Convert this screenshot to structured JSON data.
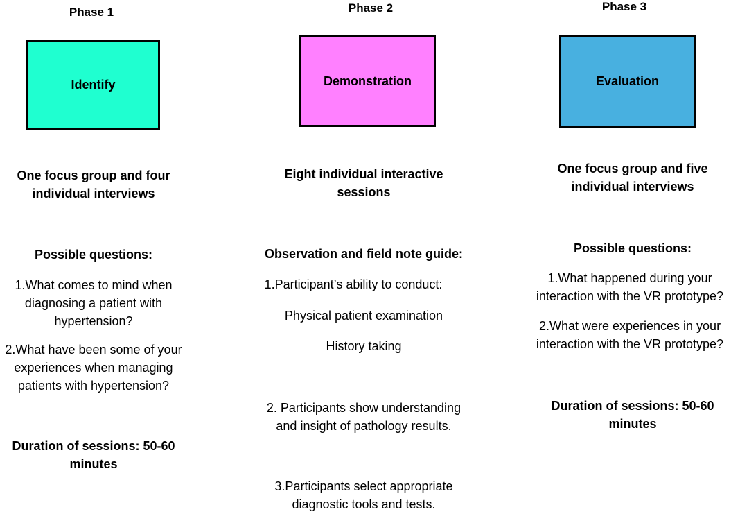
{
  "phases": [
    {
      "title": "Phase 1",
      "box_label": "Identify",
      "box_color": "#1fffd0",
      "description": [
        "One focus group and four",
        "individual interviews"
      ],
      "questions_heading": "Possible questions:",
      "questions": [
        [
          "1.What comes to mind when",
          "diagnosing a patient with",
          "hypertension?"
        ],
        [
          "2.What have been some of your",
          "experiences when managing",
          "patients with hypertension?"
        ]
      ],
      "duration": [
        "Duration of sessions: 50-60",
        "minutes"
      ]
    },
    {
      "title": "Phase 2",
      "box_label": "Demonstration",
      "box_color": "#ff80ff",
      "description": [
        "Eight individual interactive",
        "sessions"
      ],
      "guide_heading": "Observation and field note guide:",
      "guide_item_1": "1.Participant’s ability to conduct:",
      "guide_sub_1": "Physical patient examination",
      "guide_sub_2": "History taking",
      "guide_item_2": [
        "2. Participants show understanding",
        "and insight of pathology results."
      ],
      "guide_item_3": [
        "3.Participants select appropriate",
        "diagnostic tools and tests."
      ]
    },
    {
      "title": "Phase 3",
      "box_label": "Evaluation",
      "box_color": "#48b0e0",
      "description": [
        "One focus group and five",
        "individual interviews"
      ],
      "questions_heading": "Possible questions:",
      "questions": [
        [
          "1.What happened during your",
          "interaction with the VR prototype?"
        ],
        [
          "2.What were experiences in your",
          "interaction with the VR prototype?"
        ]
      ],
      "duration": [
        "Duration of sessions: 50-60",
        "minutes"
      ]
    }
  ]
}
